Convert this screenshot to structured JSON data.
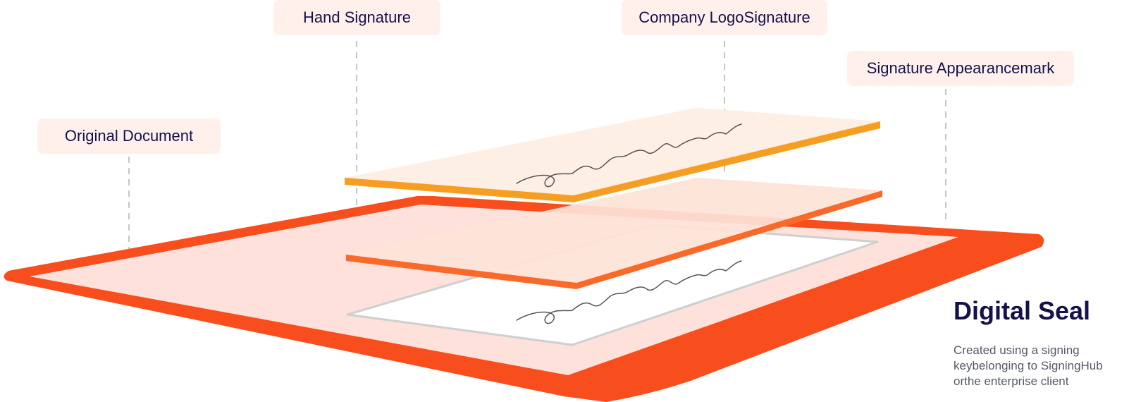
{
  "callouts": {
    "hand_signature": "Hand Signature",
    "company_logo_signature": "Company LogoSignature",
    "signature_appearance": "Signature Appearancemark",
    "original_document": "Original Document"
  },
  "seal": {
    "title": "Digital Seal",
    "description_lines": [
      "Created using a signing",
      "keybelonging to SigningHub",
      "orthe enterprise client"
    ]
  },
  "colors": {
    "document_border": "#f84e1e",
    "document_fill": "#fde1da",
    "top_layer_edge": "#f59e22",
    "top_layer_fill": "#fdeee3",
    "middle_layer_edge": "#f9692a",
    "middle_layer_fill": "#fde3d7",
    "callout_bg": "#fff0ec",
    "heading": "#14124a",
    "body_text": "#555a66"
  },
  "icons": [
    "signature-scribble-icon"
  ]
}
